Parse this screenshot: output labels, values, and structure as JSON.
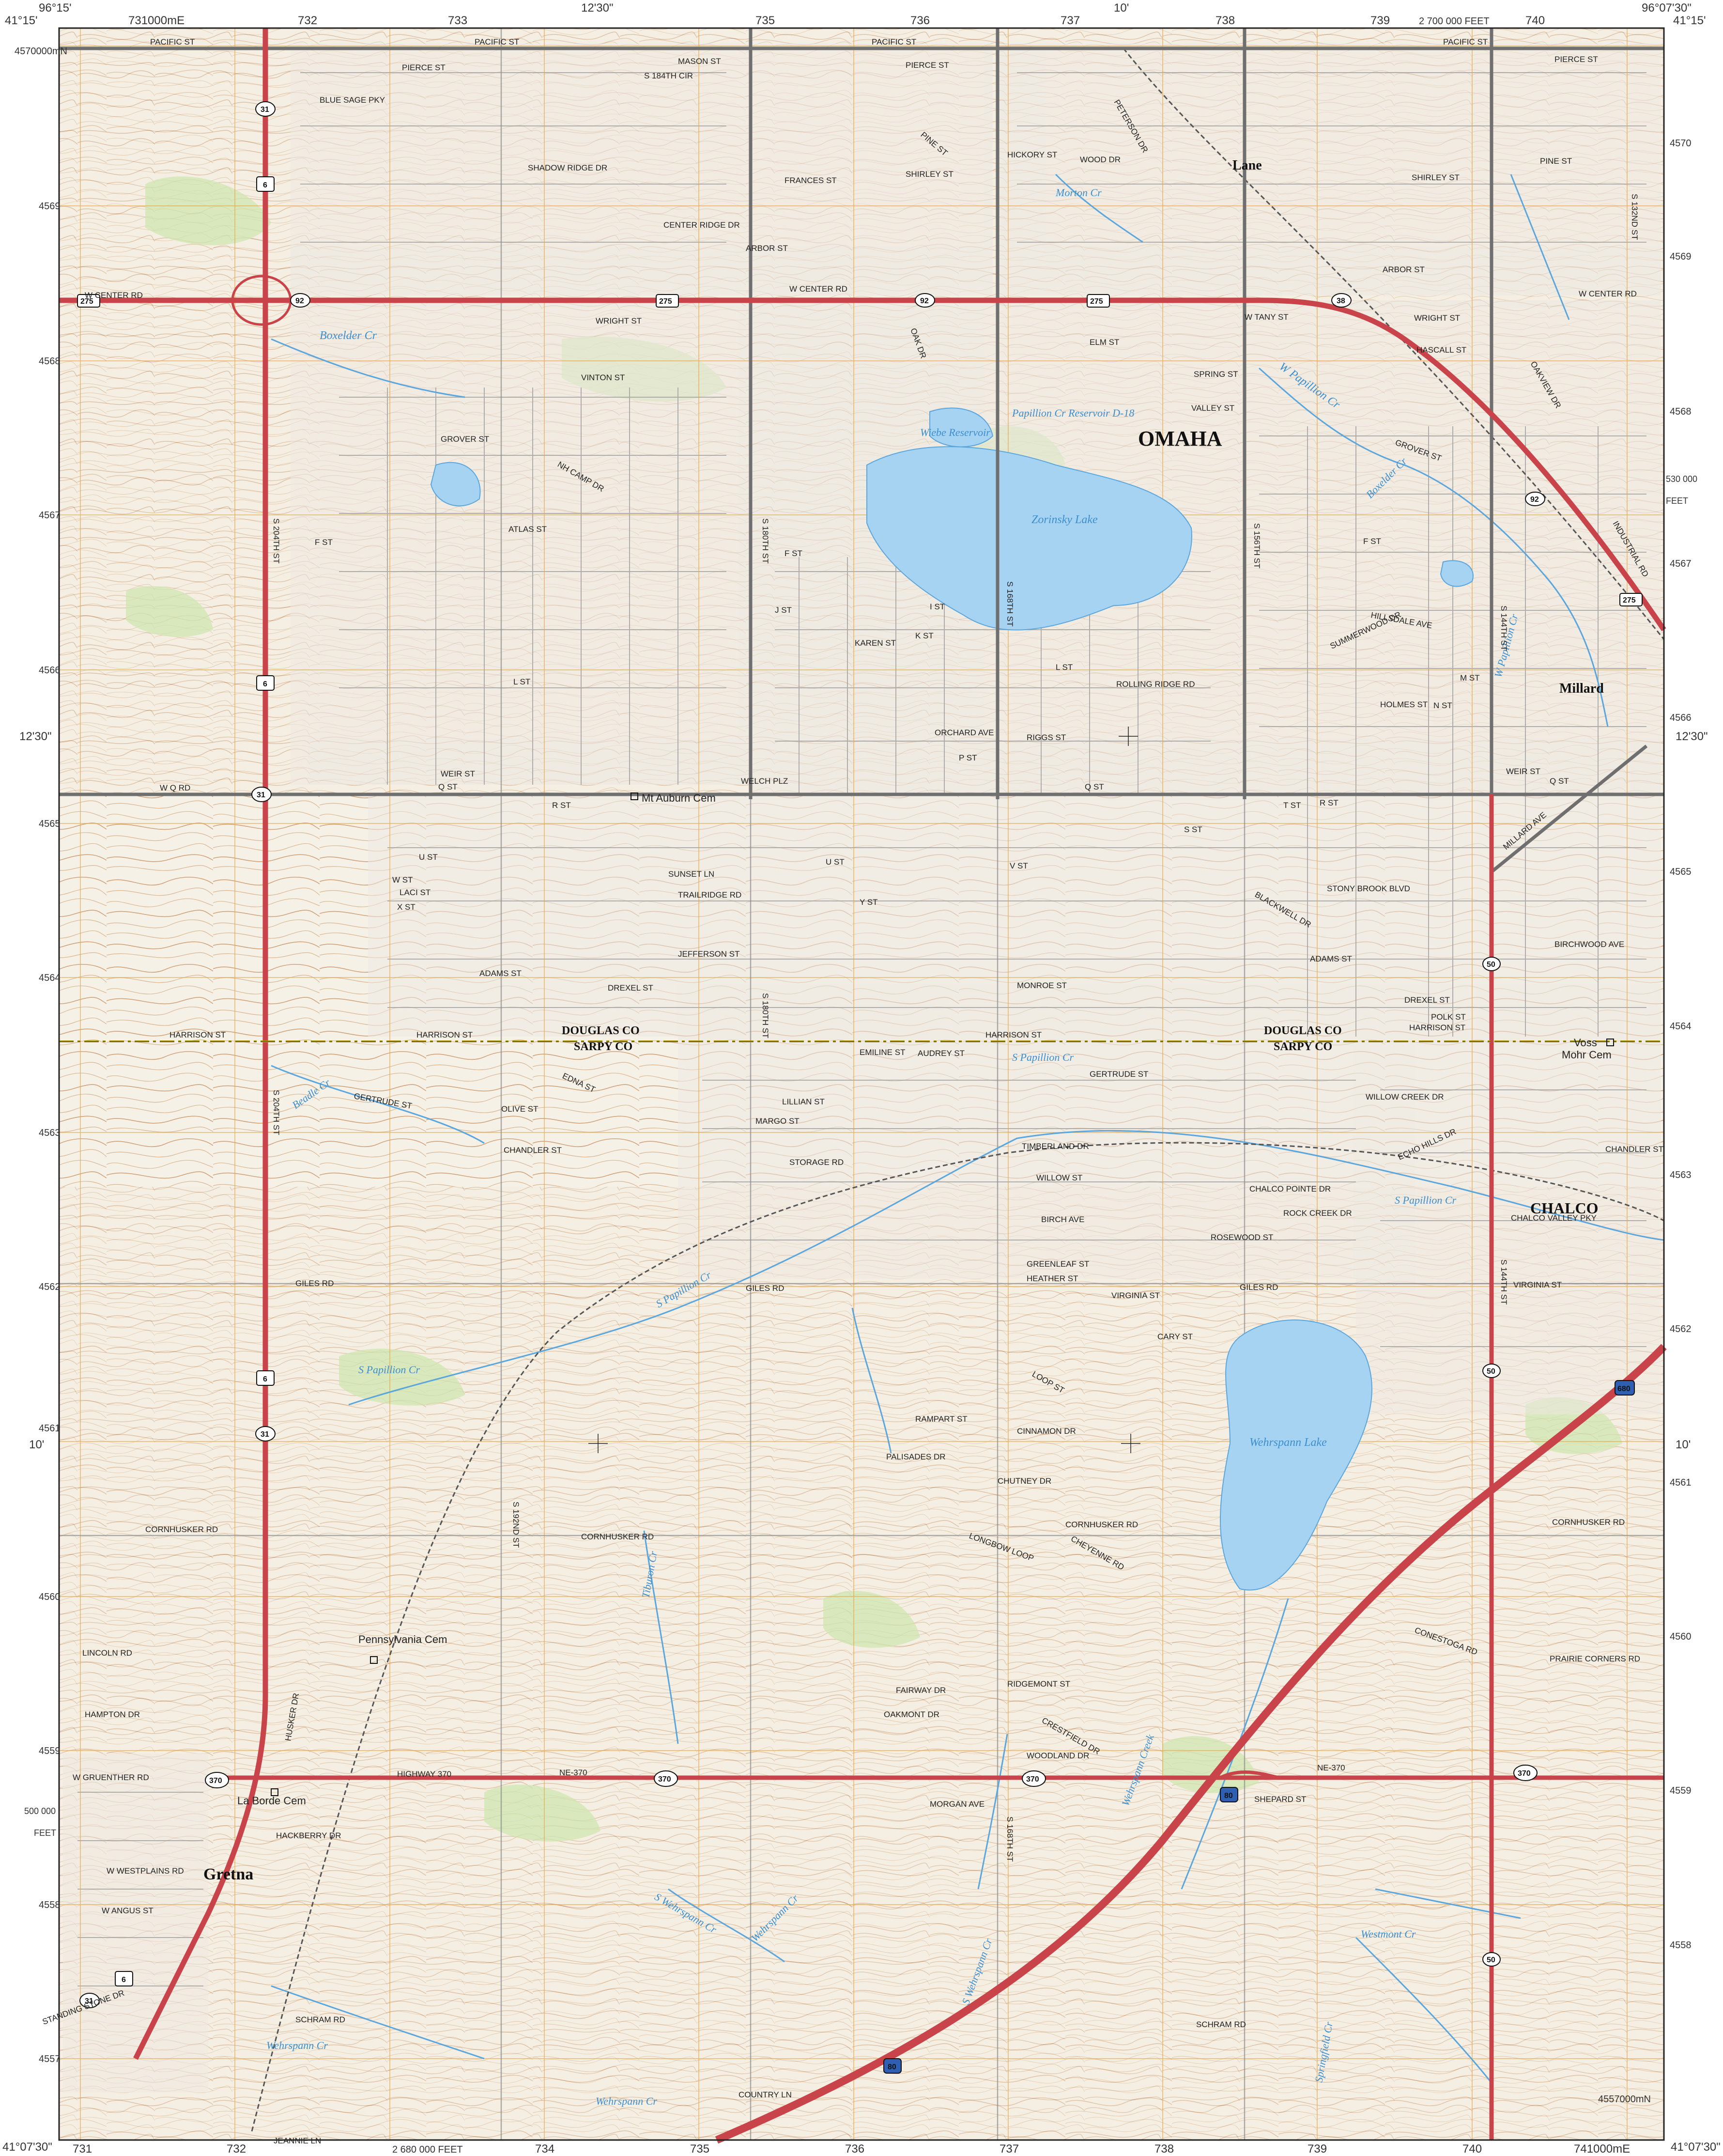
{
  "map": {
    "corner_coords": {
      "nw_lat": "41°15'",
      "nw_lon": "96°15'",
      "ne_lon": "96°07'30\"",
      "ne_lat": "41°15'",
      "sw_lat": "41°07'30\"",
      "se_lat": "41°07'30\""
    },
    "mid_labels": {
      "top_mid": "12'30\"",
      "top_10": "10'",
      "left_mid": "12'30\"",
      "right_mid": "12'30\"",
      "left_10": "10'",
      "right_10": "10'"
    },
    "grid_top": [
      "731000mE",
      "732",
      "733",
      "735",
      "736",
      "737",
      "738",
      "739",
      "740"
    ],
    "grid_bottom": [
      "731",
      "732",
      "733",
      "734",
      "735",
      "736",
      "737",
      "738",
      "739",
      "740",
      "741000mE"
    ],
    "grid_left": [
      "4570000mN",
      "4569",
      "4568",
      "4567",
      "4566",
      "4565",
      "4564",
      "4563",
      "4562",
      "4561",
      "4560",
      "4559",
      "4558",
      "4557"
    ],
    "grid_right": [
      "4570",
      "4569",
      "4568",
      "4567",
      "4566",
      "4565",
      "4564",
      "4563",
      "4562",
      "4561",
      "4560",
      "4559",
      "4558",
      "4557000mN"
    ],
    "feet_labels": {
      "top_right": "2 700 000 FEET",
      "right_530": "530 000",
      "right_feet": "FEET",
      "left_500": "500 000",
      "left_feet": "FEET",
      "bottom_2680": "2 680 000 FEET"
    },
    "places": [
      "OMAHA",
      "Lane",
      "Millard",
      "CHALCO",
      "Gretna"
    ],
    "counties": {
      "north": "DOUGLAS CO",
      "south": "SARPY CO"
    },
    "cemeteries": [
      "Mt Auburn Cem",
      "Pennsylvania Cem",
      "La Borde Cem",
      "Voss",
      "Mohr Cem"
    ],
    "water": [
      "Boxelder Cr",
      "W Papillion Cr",
      "Papillion Cr Reservoir D-18",
      "Wiebe Reservoir",
      "Zorinsky Lake",
      "S Papillion Cr",
      "Wehrspann Lake",
      "Wehrspann Creek",
      "Tiburon Cr",
      "Westmont Cr",
      "Springfield Cr",
      "Morton Cr",
      "Beadle Cr",
      "Wehrspann Cr",
      "S Wehrspann Cr"
    ],
    "highways": {
      "interstate": [
        "80",
        "680"
      ],
      "us": [
        "6",
        "275"
      ],
      "state": [
        "31",
        "370",
        "50",
        "92",
        "38"
      ]
    },
    "roads": [
      "PACIFIC ST",
      "MASON ST",
      "PIERCE ST",
      "BLUE SAGE PKY",
      "S 184TH CIR",
      "SHADOW RIDGE DR",
      "FRANCES ST",
      "CENTER RIDGE DR",
      "ARBOR ST",
      "W CENTER RD",
      "WRIGHT ST",
      "VINTON ST",
      "GROVER ST",
      "NH CAMP DR",
      "ATLAS ST",
      "F ST",
      "L ST",
      "WEIR ST",
      "W Q RD",
      "Q ST",
      "R ST",
      "U ST",
      "W ST",
      "LACI ST",
      "X ST",
      "Y ST",
      "ADAMS ST",
      "HARRISON ST",
      "EDNA ST",
      "OLIVE ST",
      "CHANDLER ST",
      "GERTRUDE ST",
      "GILES RD",
      "CORNHUSKER RD",
      "LINCOLN RD",
      "HAMPTON DR",
      "W GRUENTHER RD",
      "HIGHWAY 370",
      "NE-370",
      "HUSKER DR",
      "HACKBERRY DR",
      "W WESTPLAINS RD",
      "W ANGUS ST",
      "STANDING STONE DR",
      "SCHRAM RD",
      "COUNTRY LN",
      "JEANNIE LN",
      "SUNSET LN",
      "TRAILRIDGE RD",
      "JEFFERSON ST",
      "DREXEL ST",
      "EMILINE ST",
      "AUDREY ST",
      "LILLIAN ST",
      "MARGO ST",
      "STORAGE RD",
      "TIMBERLAND DR",
      "WILLOW ST",
      "BIRCH AVE",
      "GREENLEAF ST",
      "HEATHER ST",
      "VIRGINIA ST",
      "CARY ST",
      "LOOP ST",
      "RAMPART ST",
      "CINNAMON DR",
      "PALISADES DR",
      "CHUTNEY DR",
      "LONGBOW LOOP",
      "CHEYENNE RD",
      "RIDGEMONT ST",
      "CRESTFIELD DR",
      "WOODLAND DR",
      "MORGAN AVE",
      "FAIRWAY DR",
      "OAKMONT DR",
      "SHEPARD ST",
      "PRAIRIE CORNERS RD",
      "CONESTOGA RD",
      "ROLLING RIDGE RD",
      "ORCHARD AVE",
      "RIGGS ST",
      "P ST",
      "WELCH PLZ",
      "KAREN ST",
      "K ST",
      "I ST",
      "J ST",
      "ELM ST",
      "SPRING ST",
      "VALLEY ST",
      "HASCALL ST",
      "OAKVIEW DR",
      "SHIRLEY ST",
      "HICKORY ST",
      "WOOD DR",
      "PINE ST",
      "HILLSDALE AVE",
      "SUMMERWOOD DR",
      "M ST",
      "HOLMES ST",
      "N ST",
      "T ST",
      "S ST",
      "V ST",
      "MONROE ST",
      "POLK ST",
      "STONY BROOK BLVD",
      "BLACKWELL DR",
      "BIRCHWOOD AVE",
      "MILLARD AVE",
      "WILLOW CREEK DR",
      "ECHO HILLS DR",
      "CHALCO POINTE DR",
      "ROCK CREEK DR",
      "ROSEWOOD ST",
      "CHALCO VALLEY PKY",
      "INDUSTRIAL RD",
      "PETERSON DR",
      "OAK DR",
      "W TANY ST",
      "S 204TH ST",
      "S 180TH ST",
      "S 168TH ST",
      "S 156TH ST",
      "S 144TH ST",
      "S 192ND ST",
      "S 132ND ST"
    ]
  }
}
